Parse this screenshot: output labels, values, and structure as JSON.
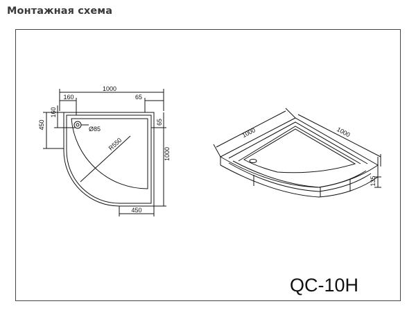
{
  "page": {
    "heading": "Монтажная схема"
  },
  "plan_view": {
    "width_top": "1000",
    "offset_left": "160",
    "offset_right": "65",
    "height_left_outer": "450",
    "height_left_inner": "160",
    "side_right_small": "65",
    "height_right": "1000",
    "drain_diameter": "Ø85",
    "radius": "R550",
    "width_bottom": "450"
  },
  "iso_view": {
    "side_left": "1000",
    "side_right": "1000",
    "height": "135"
  },
  "model": "QC-10H",
  "colors": {
    "line": "#111111",
    "frame": "#444444",
    "heading": "#3a3a3a"
  }
}
